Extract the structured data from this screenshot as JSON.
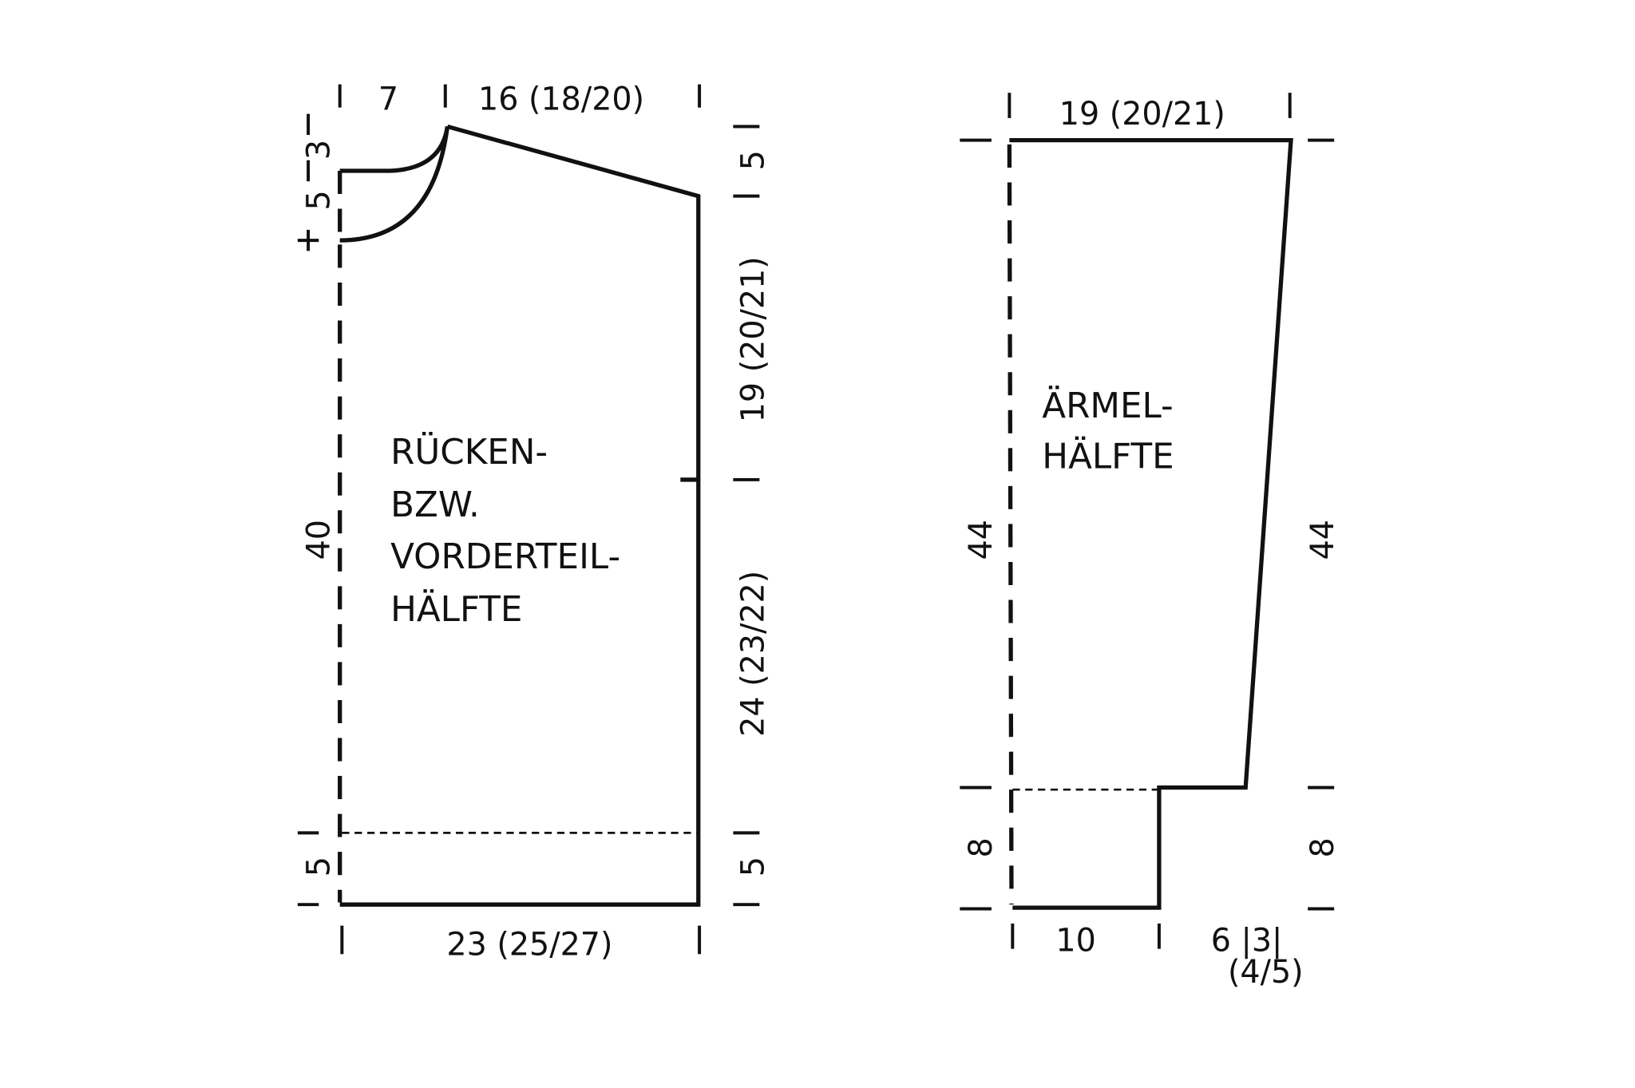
{
  "body_piece": {
    "label_lines": [
      "RÜCKEN-",
      "BZW.",
      "VORDERTEIL-",
      "HÄLFTE"
    ],
    "top_neck": "7",
    "top_shoulder": "16 (18/20)",
    "left_neck_shallow": "3",
    "left_neck_deep": "5",
    "left_length": "40",
    "left_hem": "5",
    "right_shoulder_drop": "5",
    "right_armhole": "19 (20/21)",
    "right_side": "24 (23/22)",
    "right_hem": "5",
    "bottom_width": "23 (25/27)"
  },
  "sleeve_piece": {
    "label_lines": [
      "ÄRMEL-",
      "HÄLFTE"
    ],
    "top_width": "19 (20/21)",
    "left_length": "44",
    "right_length": "44",
    "left_cuff": "8",
    "right_cuff": "8",
    "bottom_cuff": "10",
    "bottom_increase": "6 |3|",
    "bottom_increase_sizes": "(4/5)"
  }
}
